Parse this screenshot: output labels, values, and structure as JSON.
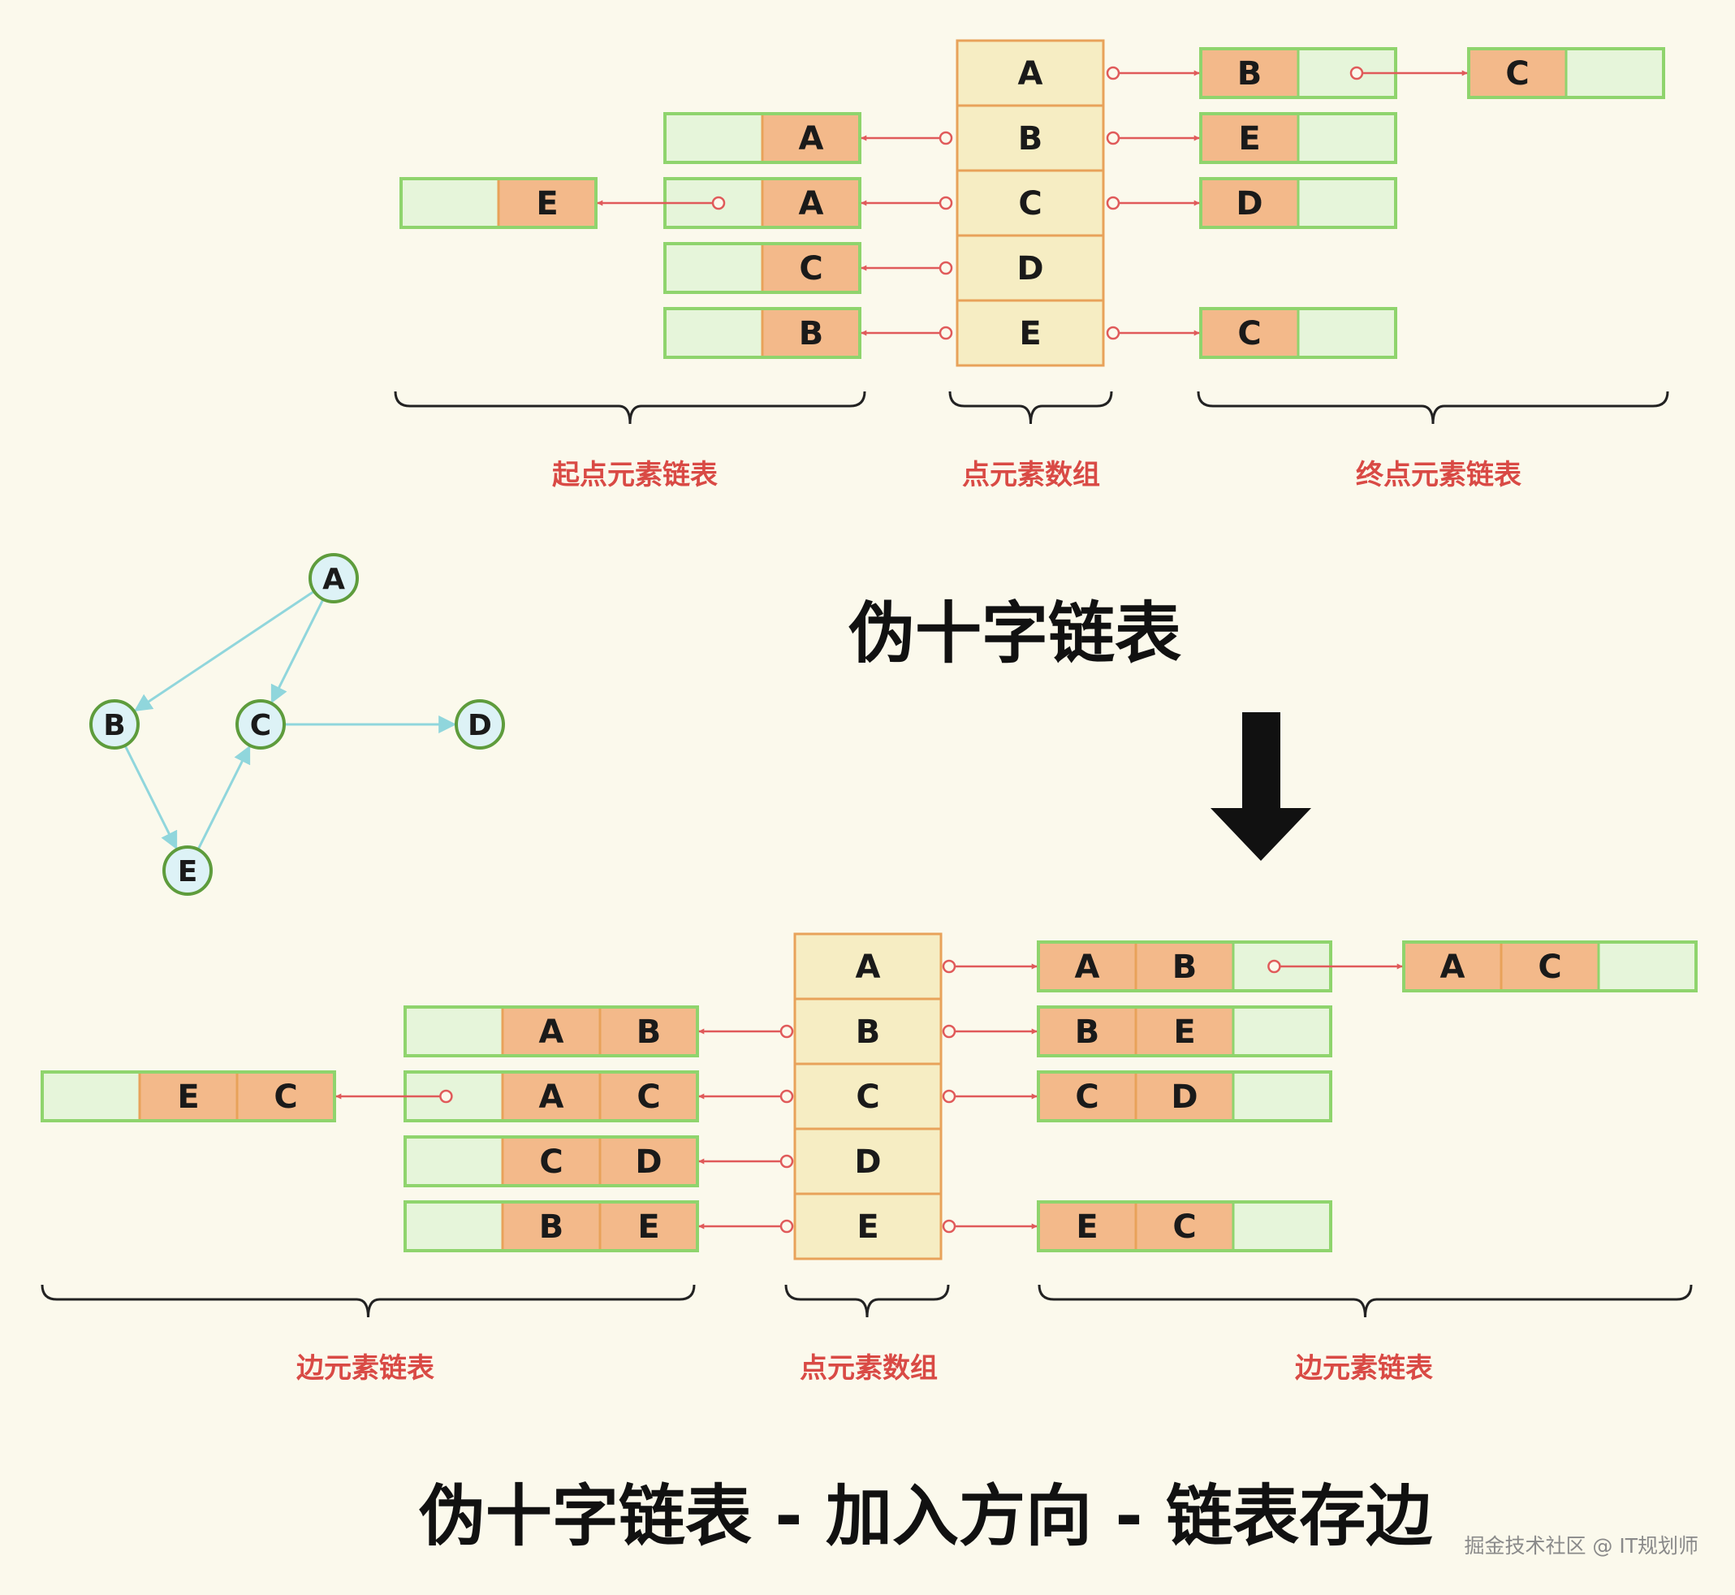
{
  "graph": {
    "nodes": [
      "A",
      "B",
      "C",
      "D",
      "E"
    ],
    "edges": [
      [
        "A",
        "B"
      ],
      [
        "A",
        "C"
      ],
      [
        "C",
        "D"
      ],
      [
        "B",
        "E"
      ],
      [
        "E",
        "C"
      ]
    ]
  },
  "top": {
    "vertex_array": [
      "A",
      "B",
      "C",
      "D",
      "E"
    ],
    "start_list": [
      [],
      [
        "A"
      ],
      [
        "A",
        "E"
      ],
      [
        "C"
      ],
      [
        "B"
      ]
    ],
    "end_list": [
      [
        "B",
        "C"
      ],
      [
        "E"
      ],
      [
        "D"
      ],
      [],
      [
        "C"
      ]
    ],
    "labels": {
      "start": "起点元素链表",
      "array": "点元素数组",
      "end": "终点元素链表"
    },
    "title": "伪十字链表"
  },
  "bottom": {
    "vertex_array": [
      "A",
      "B",
      "C",
      "D",
      "E"
    ],
    "in_edges": [
      [],
      [
        [
          "A",
          "B"
        ]
      ],
      [
        [
          "A",
          "C"
        ],
        [
          "E",
          "C"
        ]
      ],
      [
        [
          "C",
          "D"
        ]
      ],
      [
        [
          "B",
          "E"
        ]
      ]
    ],
    "out_edges": [
      [
        [
          "A",
          "B"
        ],
        [
          "A",
          "C"
        ]
      ],
      [
        [
          "B",
          "E"
        ]
      ],
      [
        [
          "C",
          "D"
        ]
      ],
      [],
      [
        [
          "E",
          "C"
        ]
      ]
    ],
    "labels": {
      "left": "边元素链表",
      "array": "点元素数组",
      "right": "边元素链表"
    },
    "title": "伪十字链表 - 加入方向 - 链表存边"
  },
  "watermark": "掘金技术社区 @ IT规划师",
  "colors": {
    "background": "#fbf9ec",
    "array_fill": "#f6edc3",
    "array_stroke": "#e8a25a",
    "data_fill": "#f3b98a",
    "data_stroke": "#e8a25a",
    "next_fill": "#e6f5da",
    "list_stroke": "#8fd46d",
    "arrow": "#e05a5a",
    "graph_edge": "#90d6dc",
    "node_fill": "#ddf2f6",
    "node_stroke": "#5e9c3c",
    "label_red": "#d94a45"
  }
}
